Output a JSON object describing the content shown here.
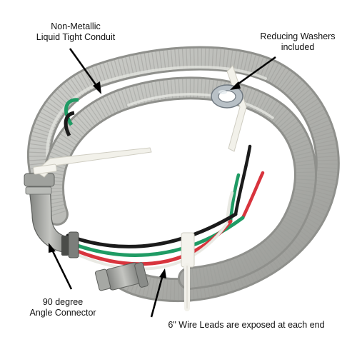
{
  "labels": {
    "conduit": {
      "line1": "Non-Metallic",
      "line2": "Liquid Tight Conduit"
    },
    "washers": {
      "line1": "Reducing Washers",
      "line2": "included"
    },
    "angle": {
      "line1": "90 degree",
      "line2": "Angle Connector"
    },
    "leads": {
      "line1": "6\" Wire Leads are exposed at each end"
    }
  },
  "colors": {
    "conduit": "#b9bab6",
    "conduit_shadow": "#8f908c",
    "wire_black": "#1b1b1b",
    "wire_red": "#d8343d",
    "wire_green": "#1f9b64",
    "tie": "#f2f1ea",
    "washer": "#b8c0c6"
  }
}
